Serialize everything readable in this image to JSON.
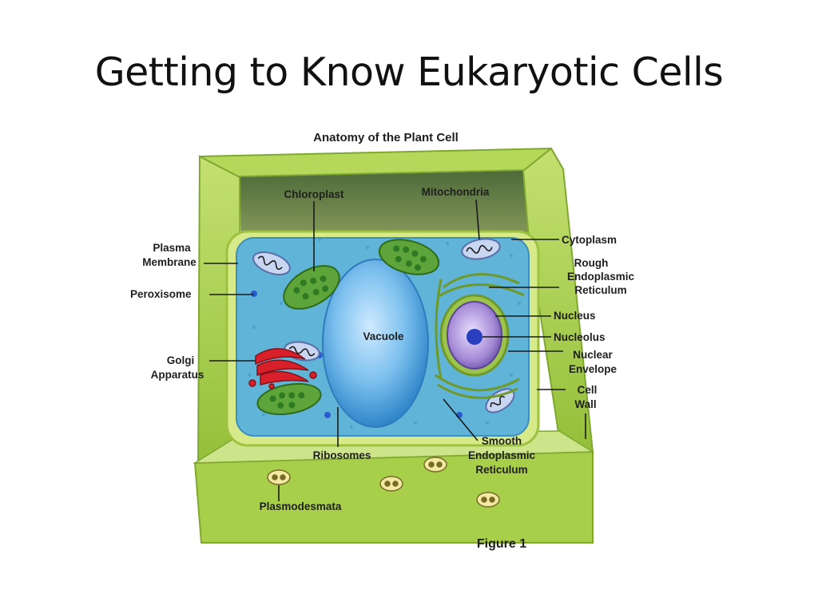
{
  "slide": {
    "title": "Getting to Know Eukaryotic Cells"
  },
  "figure": {
    "heading": "Anatomy of the Plant Cell",
    "caption": "Figure 1",
    "labels": {
      "chloroplast": "Chloroplast",
      "mitochondria": "Mitochondria",
      "plasma_membrane": [
        "Plasma",
        "Membrane"
      ],
      "peroxisome": "Peroxisome",
      "golgi": [
        "Golgi",
        "Apparatus"
      ],
      "vacuole": "Vacuole",
      "cytoplasm": "Cytoplasm",
      "rough_er": [
        "Rough",
        "Endoplasmic",
        "Reticulum"
      ],
      "nucleus": "Nucleus",
      "nucleolus": "Nucleolus",
      "nuclear_envelope": [
        "Nuclear",
        "Envelope"
      ],
      "cell_wall": [
        "Cell",
        "Wall"
      ],
      "smooth_er": [
        "Smooth",
        "Endoplasmic",
        "Reticulum"
      ],
      "ribosomes": "Ribosomes",
      "plasmodesmata": "Plasmodesmata"
    },
    "colors": {
      "cell_wall": "#a8cf4a",
      "cell_wall_dark": "#7fa830",
      "cytoplasm": "#5fb4d8",
      "vacuole": "#6fb6ea",
      "chloroplast": "#5da53a",
      "golgi": "#d8202a",
      "nucleus": "#a58ad6",
      "nucleolus": "#2a3fbf"
    }
  }
}
